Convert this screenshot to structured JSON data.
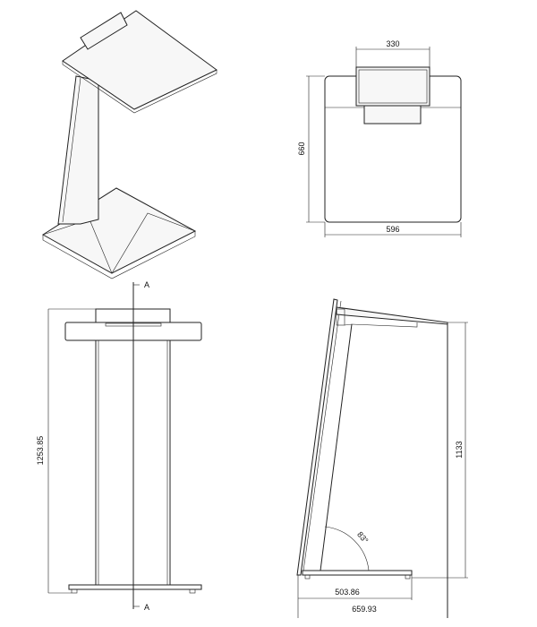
{
  "top_view": {
    "width_box": "330",
    "depth": "660",
    "width": "596"
  },
  "front_view": {
    "height": "1253.85",
    "section_label_top": "A",
    "section_label_bottom": "A"
  },
  "side_view": {
    "height": "1133",
    "angle": "83°",
    "base_depth": "503.86",
    "total_depth": "659.93"
  }
}
